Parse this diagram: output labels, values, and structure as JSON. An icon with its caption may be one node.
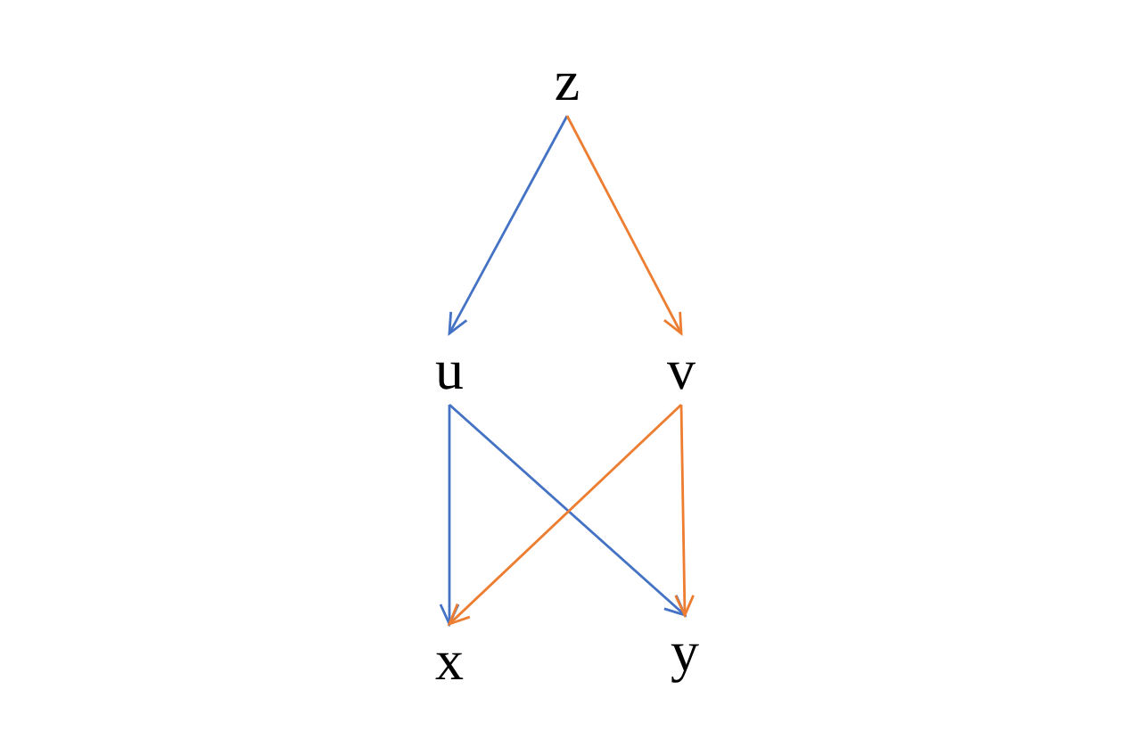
{
  "diagram": {
    "nodes": [
      {
        "text": [
          "z"
        ]
      },
      {
        "text": [
          "u"
        ]
      },
      {
        "text": [
          "v"
        ]
      },
      {
        "text": [
          "x"
        ]
      },
      {
        "text": [
          "y"
        ]
      }
    ],
    "edges": [
      {
        "from": 0,
        "to": 1,
        "arrow": "to",
        "color": "#4472c4"
      },
      {
        "from": 0,
        "to": 2,
        "arrow": "to",
        "color": "#ed7d31"
      },
      {
        "from": 1,
        "to": 3,
        "arrow": "to",
        "color": "#4472c4"
      },
      {
        "from": 1,
        "to": 4,
        "arrow": "to",
        "color": "#4472c4"
      },
      {
        "from": 2,
        "to": 3,
        "arrow": "to",
        "color": "#ed7d31"
      },
      {
        "from": 2,
        "to": 4,
        "arrow": "to",
        "color": "#ed7d31"
      }
    ]
  }
}
